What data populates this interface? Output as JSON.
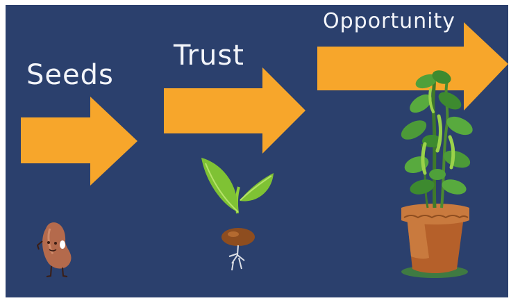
{
  "stages": [
    {
      "label": "Seeds"
    },
    {
      "label": "Trust"
    },
    {
      "label": "Opportunity"
    }
  ],
  "colors": {
    "background": "#2b406d",
    "arrow": "#f7a62b",
    "text": "#f3f5fa"
  },
  "icons": [
    "bean-seed-character-icon",
    "sprout-seedling-icon",
    "potted-bean-plant-icon"
  ]
}
